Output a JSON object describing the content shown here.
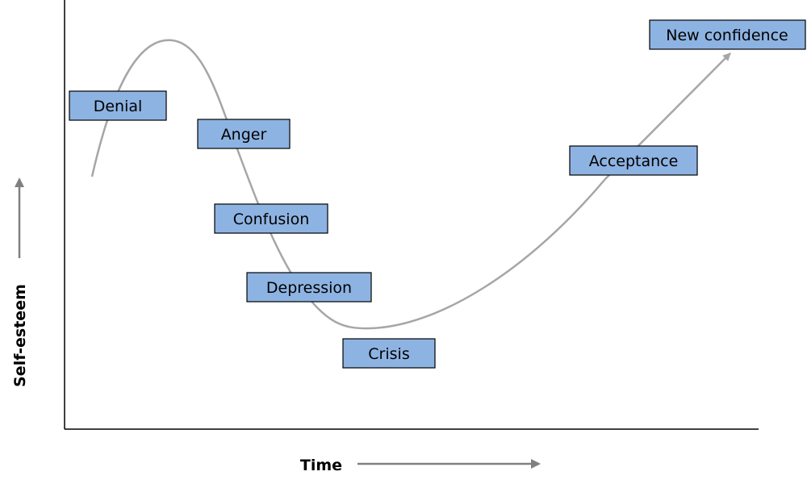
{
  "axes": {
    "x_label": "Time",
    "y_label": "Self-esteem"
  },
  "stages": [
    {
      "id": "denial",
      "label": "Denial"
    },
    {
      "id": "anger",
      "label": "Anger"
    },
    {
      "id": "confusion",
      "label": "Confusion"
    },
    {
      "id": "depression",
      "label": "Depression"
    },
    {
      "id": "crisis",
      "label": "Crisis"
    },
    {
      "id": "acceptance",
      "label": "Acceptance"
    },
    {
      "id": "new-confidence",
      "label": "New confidence"
    }
  ],
  "colors": {
    "box_fill": "#8db3e2",
    "box_border": "#000000",
    "curve": "#a6a6a6",
    "axis_line": "#000000",
    "arrow": "#808080"
  }
}
